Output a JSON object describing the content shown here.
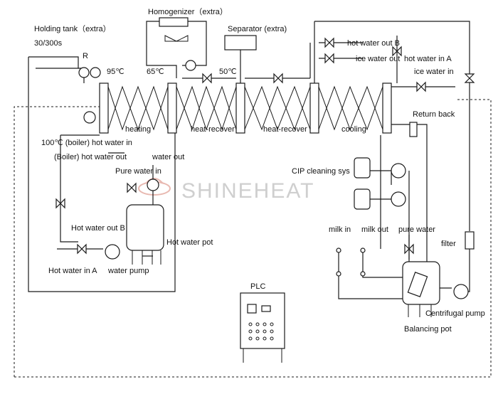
{
  "labels": {
    "holding_tank": "Holding tank（extra）",
    "holding_time": "30/300s",
    "r": "R",
    "homogenizer": "Homogenizer（extra）",
    "separator": "Separator (extra)",
    "temp_95": "95℃",
    "temp_65": "65℃",
    "temp_50": "50℃",
    "hot_water_out_b_top": "hot water out B",
    "ice_water_out": "ice water out",
    "hot_water_in_a_top": "hot water in A",
    "ice_water_in": "ice water in",
    "return_back": "Return back",
    "heating": "heating",
    "heat_recover_1": "heat-recover",
    "heat_recover_2": "heat-recover",
    "cooling": "cooling",
    "boiler_hot_water_in": "100℃ (boiler) hot water in",
    "boiler_hot_water_out": "(Boiler) hot water out",
    "water_out": "water out",
    "pure_water_in": "Pure water in",
    "cip": "CIP cleaning sys",
    "hot_water_out_b": "Hot water out B",
    "hot_water_pot": "Hot water pot",
    "hot_water_in_a": "Hot water in A",
    "water_pump": "water pump",
    "milk_in": "milk in",
    "milk_out": "milk out",
    "pure_water": "pure water",
    "filter": "filter",
    "plc": "PLC",
    "centrifugal_pump": "Centrifugal pump",
    "balancing_pot": "Balancing pot"
  },
  "watermark": "SHINEHEAT"
}
